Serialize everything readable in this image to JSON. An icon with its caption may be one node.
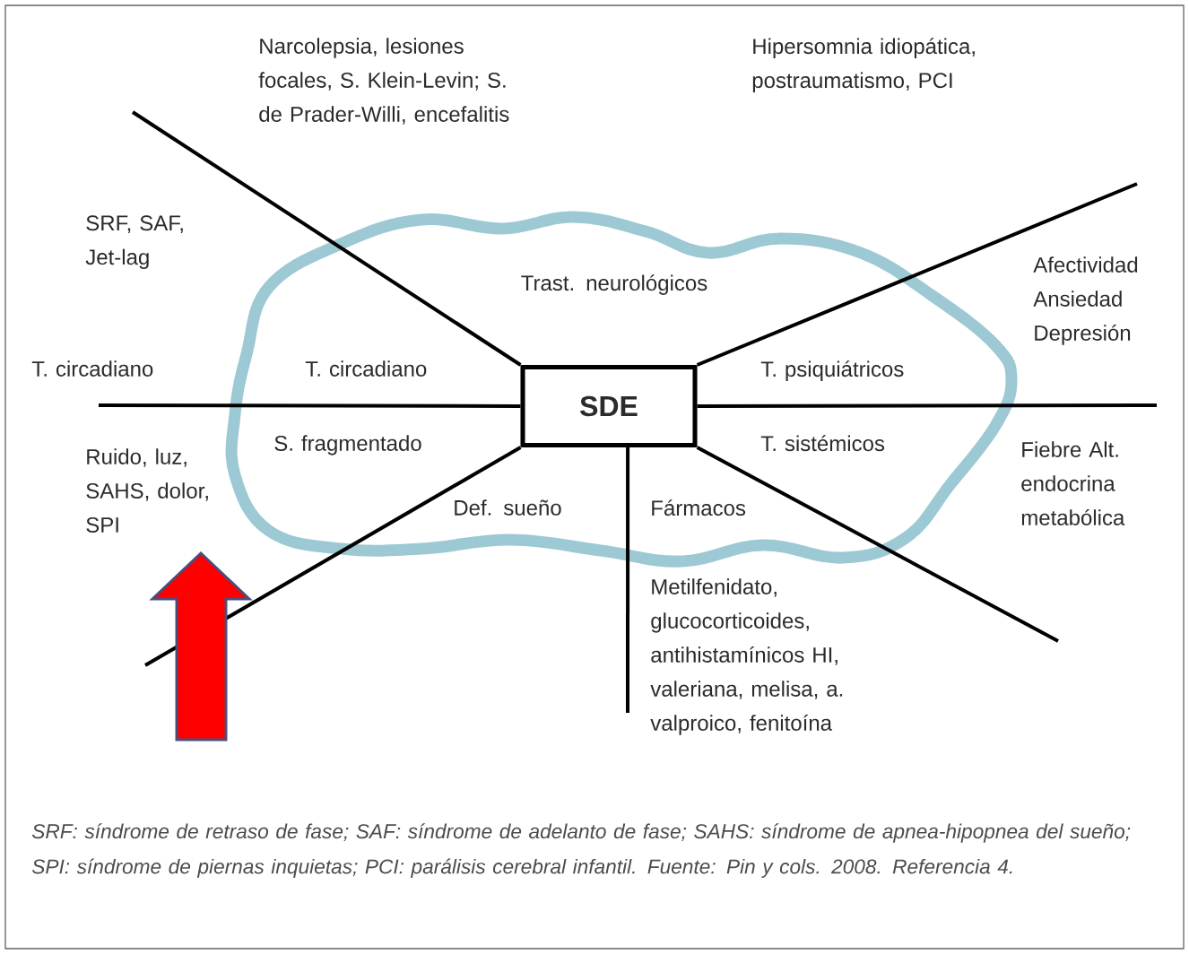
{
  "diagram": {
    "caption": "SRF: síndrome de retraso de fase; SAF: síndrome de adelanto de fase; SAHS: síndrome de apnea-hipopnea del sueño; SPI: síndrome de piernas inquietas; PCI: parálisis cerebral infantil. Fuente: Pin y cols. 2008. Referencia 4.",
    "nodes": [
      {
        "text": [],
        "shape": "cloud"
      },
      {
        "text": [
          "SDE"
        ],
        "in": 0
      }
    ],
    "edges": [
      {
        "from": 1,
        "to": null,
        "arrow": "none"
      },
      {
        "from": 1,
        "to": null,
        "arrow": "none"
      },
      {
        "from": 1,
        "to": null,
        "arrow": "none"
      },
      {
        "from": 1,
        "to": null,
        "arrow": "none"
      },
      {
        "from": 1,
        "to": null,
        "arrow": "none"
      },
      {
        "from": 1,
        "to": null,
        "arrow": "none"
      },
      {
        "from": 1,
        "to": null,
        "arrow": "none"
      }
    ],
    "labels": [
      "Narcolepsia, lesiones focales, S. Klein-Levin; S. de Prader-Willi, encefalitis",
      "Hipersomnia idiopática, postraumatismo, PCI",
      "SRF, SAF, Jet-lag",
      "Trast. neurológicos",
      "Afectividad Ansiedad Depresión",
      "T. circadiano",
      "T. circadiano",
      "T. psiquiátricos",
      "Ruido, luz, SAHS, dolor, SPI",
      "S. fragmentado",
      "T. sistémicos",
      "Fiebre Alt. endocrina metabólica",
      "Def. sueño",
      "Fármacos",
      "Metilfenidato, glucocorticoides, antihistamínicos HI, valeriana, melisa, a. valproico, fenitoína"
    ]
  }
}
